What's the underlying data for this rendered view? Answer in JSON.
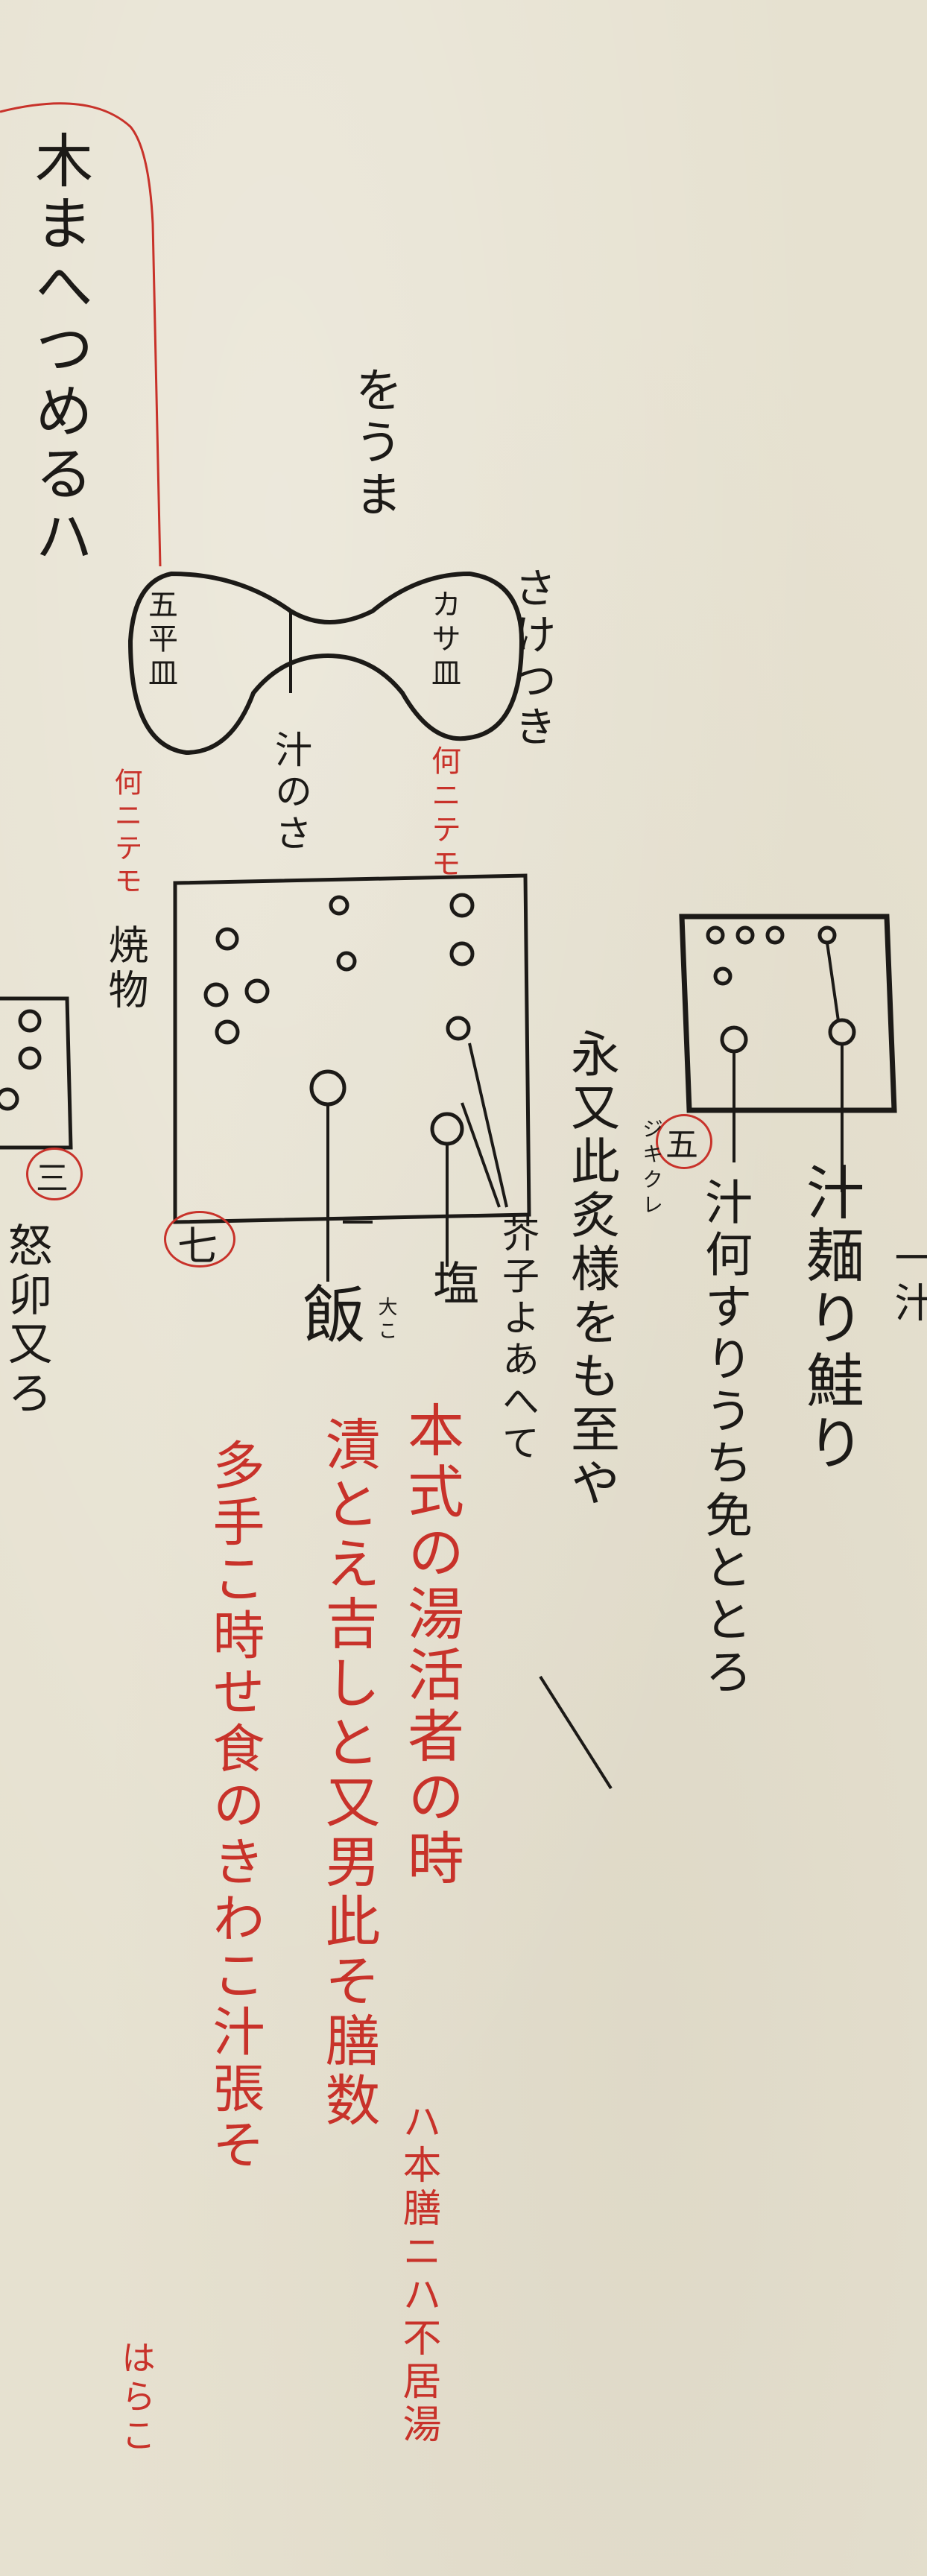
{
  "document": {
    "col_header": "木まへつめるハ",
    "dish_left": "五平皿",
    "dish_right": "カサ皿",
    "label_above_dishes": "をうま",
    "note_far_right_top": "さけつき",
    "red_left_under_dish": "何ニテモ",
    "red_right_under_dish": "何ニテモ",
    "soup_center": "汁のさ",
    "label_tray_left": "焼物",
    "num_seven": "七",
    "num_three": "三",
    "num_five": "五",
    "label_rice": "飯",
    "small_rice_note": "大こ",
    "label_salt": "塩",
    "label_vinegar": "芥子よあへて",
    "col_right_1": "永又此炙様をも至や",
    "small_ruby": "ジキクレ",
    "col_right_2": "汁何すりうち免ととろ",
    "col_right_3": "汁麺り鮭り",
    "col_far_right_edge": "一汁",
    "col_left_bottom": "怒卯又ろ",
    "red_col_1": "本式の湯活者の時",
    "red_col_1_tail": "ハ本膳ニハ不居湯",
    "red_col_2": "漬とえ吉しと又男此そ膳数",
    "red_col_3": "多手こ時せ食のきわこ汁張そ",
    "red_col_4": "はらこ"
  }
}
